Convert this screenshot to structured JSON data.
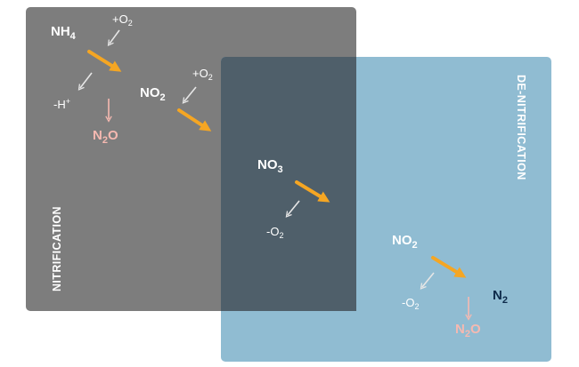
{
  "labels": {
    "nitrification": "NITRIFICATION",
    "denitrification": "DE-NITRIFICATION"
  },
  "species": {
    "nh4": {
      "base": "NH",
      "sub": "4"
    },
    "no2_top": {
      "base": "NO",
      "sub": "2"
    },
    "n2o_top": {
      "a": "N",
      "sub": "2",
      "b": "O"
    },
    "no3": {
      "base": "NO",
      "sub": "3"
    },
    "no2_bottom": {
      "base": "NO",
      "sub": "2"
    },
    "n2": {
      "base": "N",
      "sub": "2"
    },
    "n2o_bottom": {
      "a": "N",
      "sub": "2",
      "b": "O"
    }
  },
  "annotations": {
    "plus_o2_1": {
      "base": "+O",
      "sub": "2"
    },
    "plus_o2_2": {
      "base": "+O",
      "sub": "2"
    },
    "minus_h": {
      "base": "-H",
      "sup": "+"
    },
    "minus_o2_1": {
      "base": "-O",
      "sub": "2"
    },
    "minus_o2_2": {
      "base": "-O",
      "sub": "2"
    }
  },
  "colors": {
    "nitrification_box": "#7d7d7d",
    "denitrification_box": "#90bcd2",
    "overlap": "#4f5f6a",
    "main_arrow": "#f5a623",
    "side_arrow": "#e6e6e6",
    "n2o_text": "#f6b9b1",
    "n2_text": "#0d2a4a"
  }
}
